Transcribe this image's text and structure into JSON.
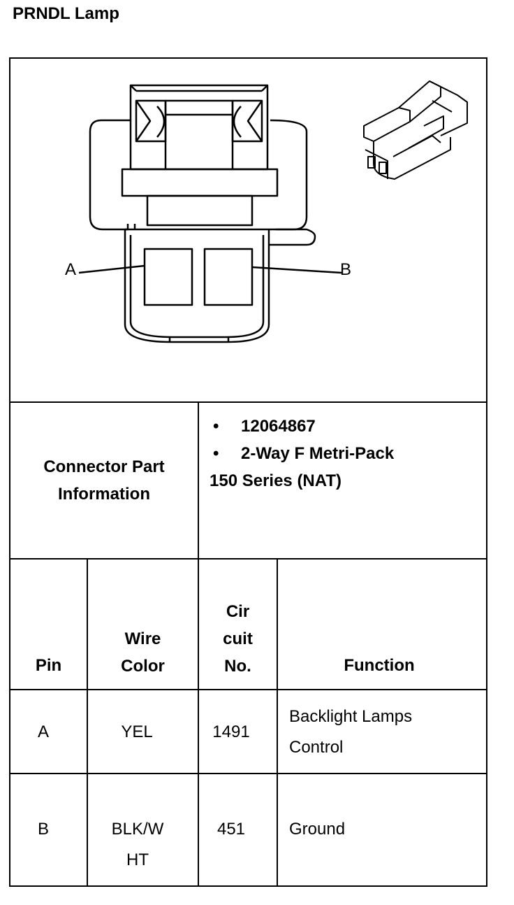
{
  "title": "PRNDL Lamp",
  "figure": {
    "pin_a_label": "A",
    "pin_b_label": "B",
    "icon": "connector-2-way-icon"
  },
  "connector_info": {
    "label_line1": "Connector Part",
    "label_line2": "Information",
    "bullets": [
      "12064867",
      "2-Way F Metri-Pack"
    ],
    "continuation": "150 Series (NAT)"
  },
  "table": {
    "headers": {
      "pin": "Pin",
      "wire_color_1": "Wire",
      "wire_color_2": "Color",
      "circuit_1": "Cir",
      "circuit_2": "cuit",
      "circuit_3": "No.",
      "function": "Function"
    },
    "rows": [
      {
        "pin": "A",
        "wire_1": "YEL",
        "wire_2": "",
        "circuit": "1491",
        "function_1": "Backlight Lamps",
        "function_2": "Control"
      },
      {
        "pin": "B",
        "wire_1": "BLK/W",
        "wire_2": "HT",
        "circuit": "451",
        "function_1": "Ground",
        "function_2": ""
      }
    ]
  }
}
